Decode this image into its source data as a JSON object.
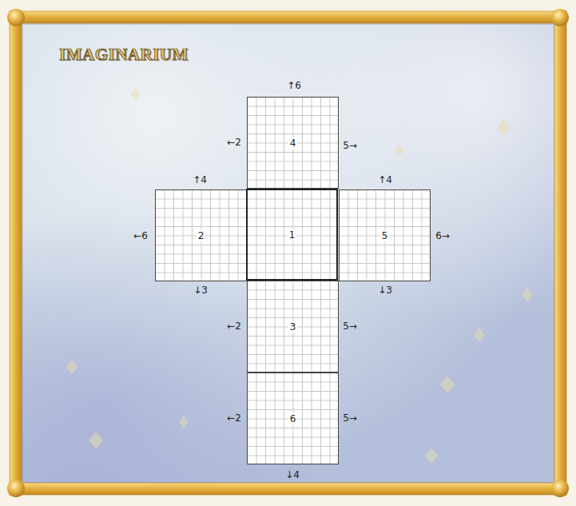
{
  "diagram": {
    "title": "IMAGINARIUM",
    "nodes": [
      {
        "text": [
          "4"
        ]
      },
      {
        "text": [
          "2"
        ]
      },
      {
        "text": [
          "1"
        ]
      },
      {
        "text": [
          "5"
        ]
      },
      {
        "text": [
          "3"
        ]
      },
      {
        "text": [
          "6"
        ]
      }
    ],
    "labels": [
      "↑6",
      "←2",
      "5→",
      "↑4",
      "↑4",
      "←6",
      "6→",
      "↓3",
      "↓3",
      "←2",
      "5→",
      "←2",
      "5→",
      "↓4"
    ]
  }
}
